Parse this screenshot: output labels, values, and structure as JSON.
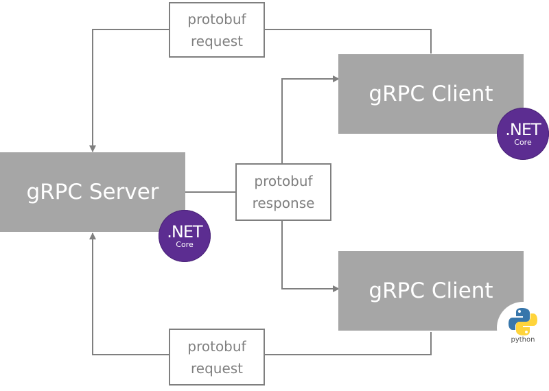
{
  "server": {
    "label": "gRPC Server",
    "badge": {
      "big": ".NET",
      "small": "Core"
    }
  },
  "client_top": {
    "label": "gRPC Client",
    "badge": {
      "big": ".NET",
      "small": "Core"
    }
  },
  "client_bottom": {
    "label": "gRPC Client",
    "badge": {
      "word": "python"
    }
  },
  "request_top": {
    "line1": "protobuf",
    "line2": "request"
  },
  "response_mid": {
    "line1": "protobuf",
    "line2": "response"
  },
  "request_bottom": {
    "line1": "protobuf",
    "line2": "request"
  },
  "colors": {
    "node": "#a6a6a6",
    "line": "#7f7f7f",
    "dotnet": "#5c2d91",
    "python_blue": "#3776ab",
    "python_yellow": "#ffd43b"
  }
}
